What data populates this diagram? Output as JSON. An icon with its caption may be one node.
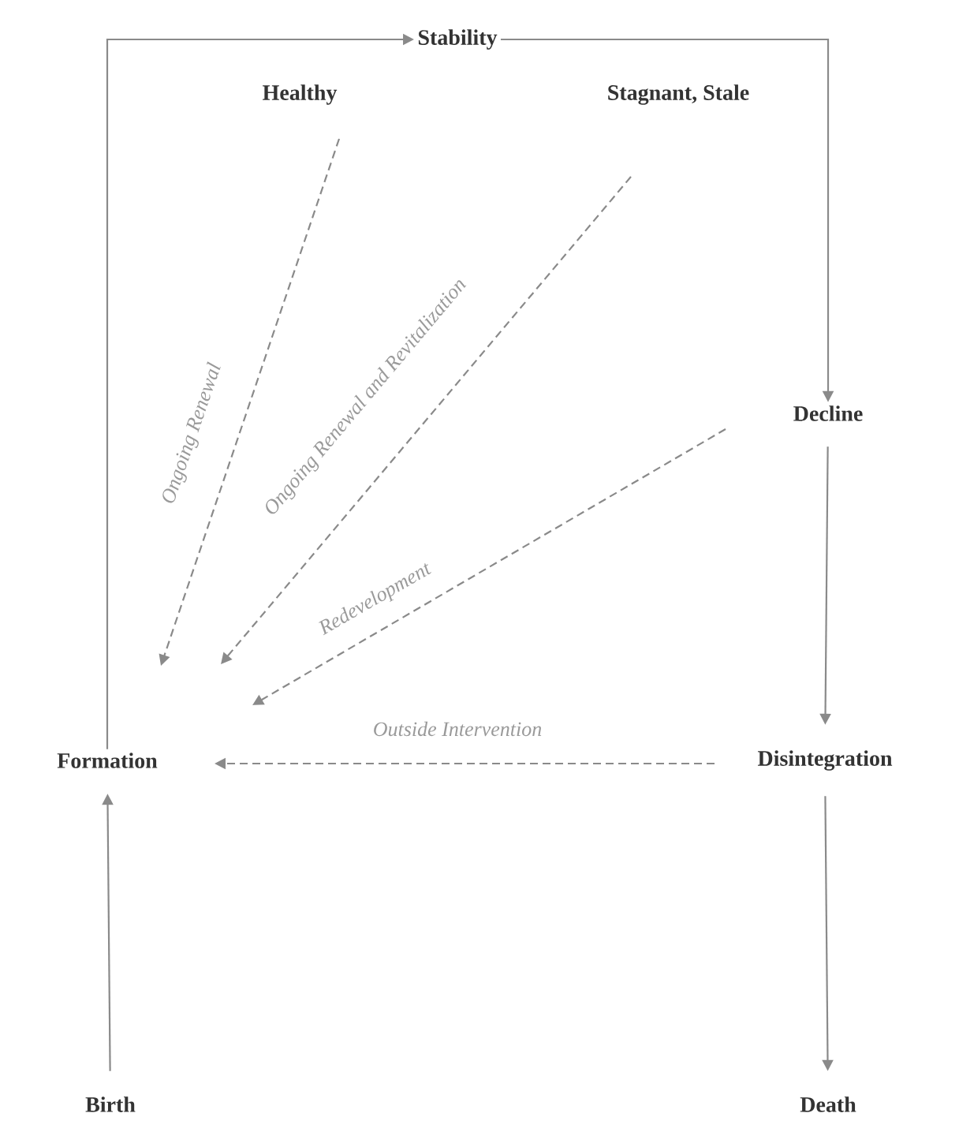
{
  "diagram": {
    "nodes": [
      {
        "text": [
          "Stability"
        ]
      },
      {
        "text": [
          "Healthy"
        ]
      },
      {
        "text": [
          "Stagnant, Stale"
        ]
      },
      {
        "text": [
          "Decline"
        ]
      },
      {
        "text": [
          "Formation"
        ]
      },
      {
        "text": [
          "Disintegration"
        ]
      },
      {
        "text": [
          "Birth"
        ]
      },
      {
        "text": [
          "Death"
        ]
      }
    ],
    "edges": [
      {
        "from": 4,
        "to": 0,
        "arrow": "to"
      },
      {
        "from": 0,
        "to": 3,
        "arrow": "to"
      },
      {
        "from": 3,
        "to": 5,
        "arrow": "to"
      },
      {
        "from": 5,
        "to": 7,
        "arrow": "to"
      },
      {
        "from": 6,
        "to": 4,
        "arrow": "to"
      },
      {
        "from": 1,
        "to": 4,
        "arrow": "to",
        "style": "dashed",
        "label": "Ongoing Renewal"
      },
      {
        "from": 2,
        "to": 4,
        "arrow": "to",
        "style": "dashed",
        "label": "Ongoing Renewal and Revitalization"
      },
      {
        "from": 3,
        "to": 4,
        "arrow": "to",
        "style": "dashed",
        "label": "Redevelopment"
      },
      {
        "from": 5,
        "to": 4,
        "arrow": "to",
        "style": "dashed",
        "label": "Outside Intervention"
      }
    ]
  }
}
